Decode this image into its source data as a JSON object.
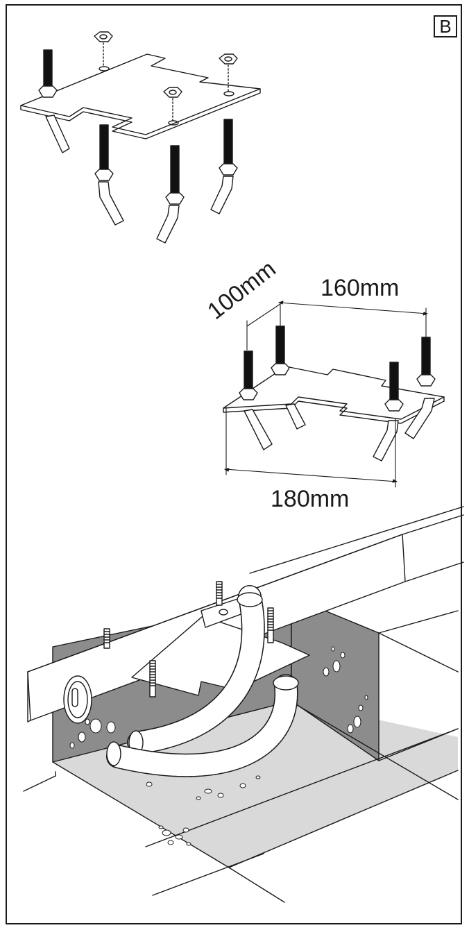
{
  "panel_label": "B",
  "dimensions": {
    "depth": "100mm",
    "width_top": "160mm",
    "width_bottom": "180mm"
  },
  "colors": {
    "line": "#1a1a1a",
    "wall_shade": "#8c8c8c",
    "floor_shade": "#d9d9d9",
    "bolt_dark": "#111111"
  }
}
